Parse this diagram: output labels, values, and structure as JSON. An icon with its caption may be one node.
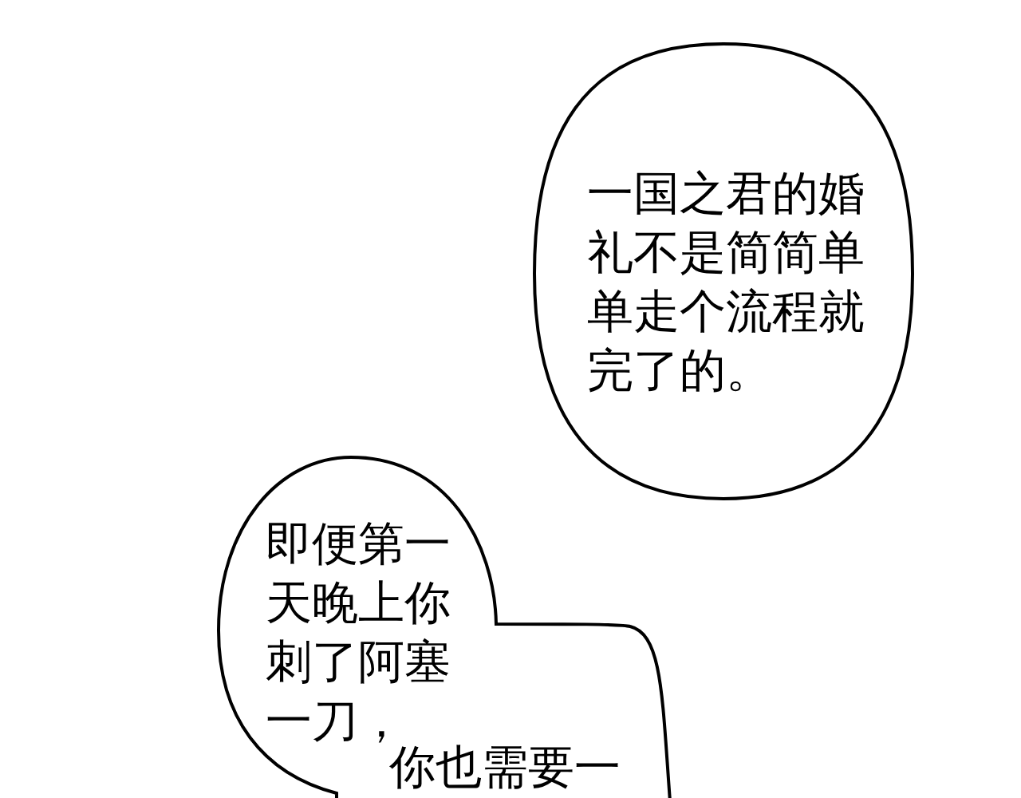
{
  "diagram": {
    "nodes": [
      {
        "text": [
          "一国之君的婚礼不是简简单单走个流程就完了的。"
        ]
      },
      {
        "text": [
          "即便第一天晚上你刺了阿塞一刀，",
          "你也需要一"
        ]
      }
    ],
    "edges": []
  }
}
